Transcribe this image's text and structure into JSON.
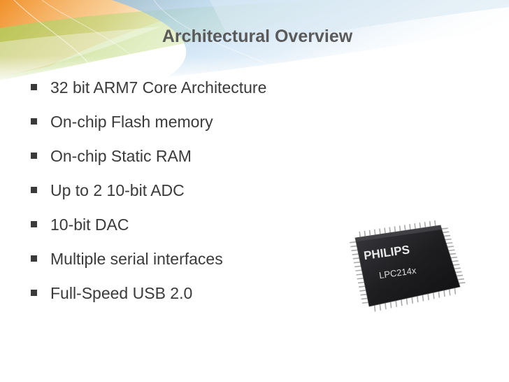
{
  "slide": {
    "title": "Architectural Overview",
    "bullets": [
      "32 bit ARM7 Core Architecture",
      "On-chip Flash memory",
      "On-chip Static RAM",
      "Up to 2 10-bit ADC",
      "10-bit DAC",
      "Multiple serial interfaces",
      "Full-Speed USB 2.0"
    ]
  },
  "chip": {
    "brand": "PHILIPS",
    "model": "LPC214x"
  },
  "colors": {
    "title": "#5a5a5a",
    "text": "#3a3a3a",
    "accent_orange": "#f29a2e",
    "accent_green": "#b5d36b",
    "accent_blue": "#9ec6e6",
    "chip_body": "#1f1f21"
  }
}
